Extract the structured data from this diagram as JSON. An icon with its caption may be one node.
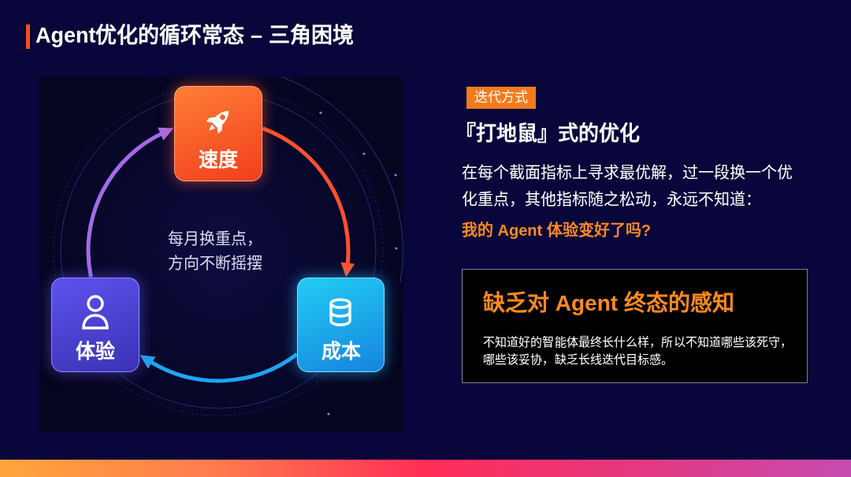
{
  "diagram": {
    "title": "Agent优化的循环常态 – 三角困境",
    "nodes": [
      {
        "text": [
          "速度"
        ]
      },
      {
        "text": [
          "体验"
        ]
      },
      {
        "text": [
          "成本"
        ]
      },
      {
        "text": [
          "迭代方式"
        ]
      },
      {
        "text": [
          "缺乏对 Agent 终态的感知",
          "不知道好的智能体最终长什么样，所以不知道哪些该死守，哪些该妥协，缺乏长线迭代目标感。"
        ]
      }
    ],
    "edges": [
      {
        "from": 0,
        "to": 2,
        "arrow": "to",
        "color": "#ff5030"
      },
      {
        "from": 2,
        "to": 1,
        "arrow": "to",
        "color": "#1fa4f0"
      },
      {
        "from": 1,
        "to": 0,
        "arrow": "to",
        "color": "#a66ae8"
      }
    ],
    "labels": [
      "每月换重点，方向不断摇摆",
      "『打地鼠』式的优化",
      "在每个截面指标上寻求最优解，过一段换一个优化重点，其他指标随之松动，永远不知道：",
      "我的 Agent 体验变好了吗?"
    ]
  }
}
